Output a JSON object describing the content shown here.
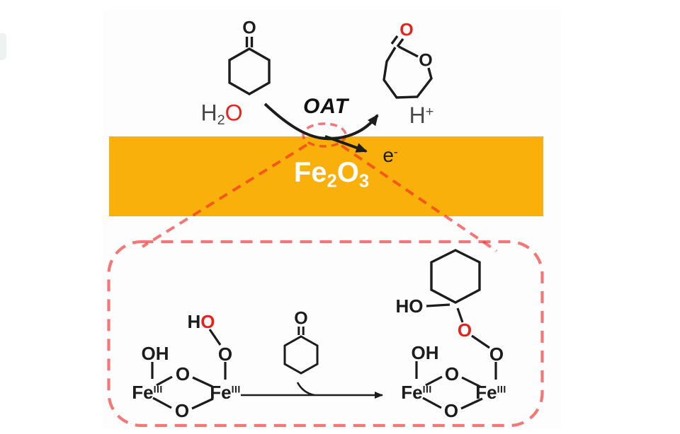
{
  "top_reaction": {
    "ketone_o": "O",
    "water": {
      "h": "H",
      "subscript": "2",
      "o": "O"
    },
    "oat_label": "OAT",
    "lactone": {
      "carbonyl_o": "O",
      "ring_o": "O"
    },
    "proton": {
      "h": "H",
      "superscript": "+"
    },
    "electron": {
      "e": "e",
      "superscript": "-"
    },
    "surface": {
      "fe": "Fe",
      "fe_subscript": "2",
      "o": "O",
      "o_subscript": "3"
    }
  },
  "mechanism_box": {
    "reactant_complex": {
      "hydroxo": "OH",
      "hydroperoxo_h": "H",
      "hydroperoxo_o": "O",
      "proximal_o": "O",
      "fe_left": "Fe",
      "fe_left_oxidation": "III",
      "fe_right": "Fe",
      "fe_right_oxidation": "III",
      "bridge_o_top": "O",
      "bridge_o_bottom": "O"
    },
    "reagent_ketone_o": "O",
    "product_complex": {
      "gem_hydroxyl": "HO",
      "peroxy_o_red": "O",
      "peroxy_o_black": "O",
      "hydroxo": "OH",
      "fe_left": "Fe",
      "fe_left_oxidation": "III",
      "fe_right": "Fe",
      "fe_right_oxidation": "III",
      "bridge_o_top": "O",
      "bridge_o_bottom": "O"
    }
  },
  "colors": {
    "surface_orange": "#F9B00A",
    "highlight_red": "#E8211C",
    "dashed_red": "rgba(239,35,35,0.62)",
    "bond_black": "#1C1C1C",
    "surface_label_white": "#FFFFFF"
  }
}
